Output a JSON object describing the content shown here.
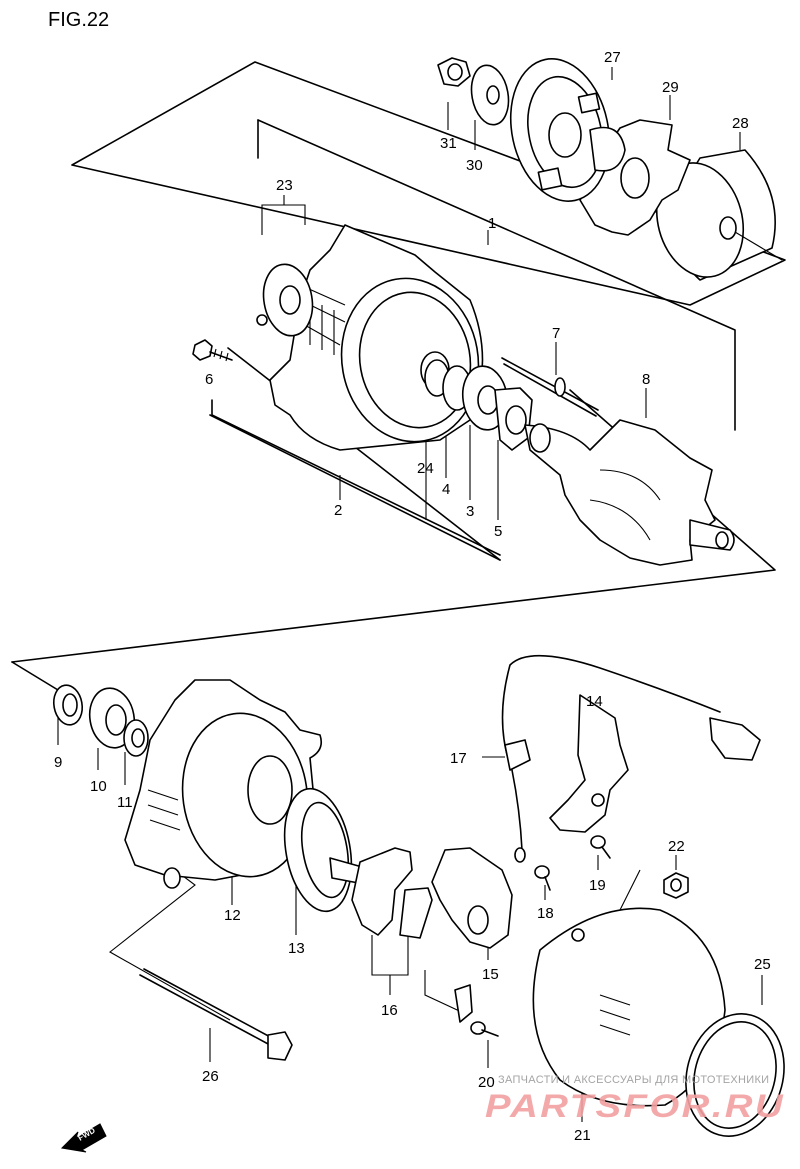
{
  "figure": {
    "title": "FIG.22"
  },
  "fwd_label": "FWD",
  "watermark": {
    "top": "ЗАПЧАСТИ И АКСЕССУАРЫ ДЛЯ МОТОТЕХНИКИ",
    "main": "PARTSFOR.RU"
  },
  "callouts": [
    {
      "id": "1"
    },
    {
      "id": "2"
    },
    {
      "id": "3"
    },
    {
      "id": "4"
    },
    {
      "id": "5"
    },
    {
      "id": "6"
    },
    {
      "id": "7"
    },
    {
      "id": "8"
    },
    {
      "id": "9"
    },
    {
      "id": "10"
    },
    {
      "id": "11"
    },
    {
      "id": "12"
    },
    {
      "id": "13"
    },
    {
      "id": "14"
    },
    {
      "id": "15"
    },
    {
      "id": "16"
    },
    {
      "id": "17"
    },
    {
      "id": "18"
    },
    {
      "id": "19"
    },
    {
      "id": "20"
    },
    {
      "id": "21"
    },
    {
      "id": "22"
    },
    {
      "id": "23"
    },
    {
      "id": "24"
    },
    {
      "id": "25"
    },
    {
      "id": "26"
    },
    {
      "id": "27"
    },
    {
      "id": "28"
    },
    {
      "id": "29"
    },
    {
      "id": "30"
    },
    {
      "id": "31"
    }
  ]
}
